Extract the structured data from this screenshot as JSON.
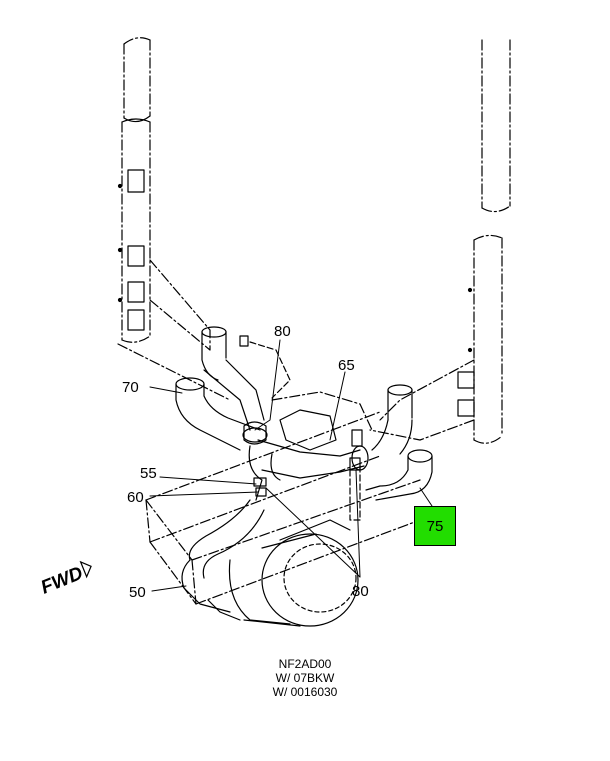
{
  "callouts": {
    "c80_top": "80",
    "c70": "70",
    "c65": "65",
    "c55": "55",
    "c60": "60",
    "c50": "50",
    "c80_bottom": "80",
    "c75": "75"
  },
  "fwd_label": "FWD",
  "caption": {
    "line1": "NF2AD00",
    "line2": "W/ 07BKW",
    "line3": "W/ 0016030"
  },
  "highlight_color": "#22dd00"
}
